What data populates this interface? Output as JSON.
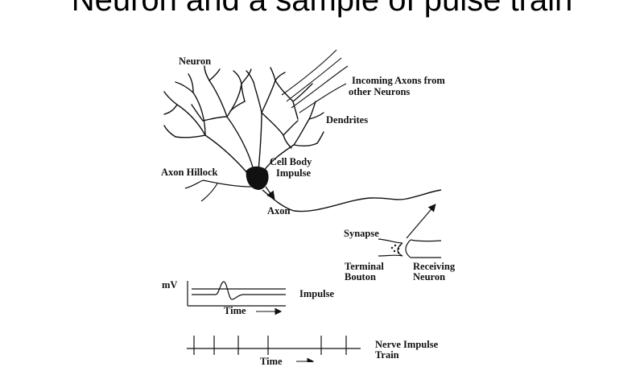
{
  "slide": {
    "title": "Neuron and a sample of pulse train"
  },
  "labels": {
    "neuron": "Neuron",
    "incoming_axons_1": "Incoming Axons from",
    "incoming_axons_2": "other Neurons",
    "dendrites": "Dendrites",
    "cell_body": "Cell Body",
    "impulse_arrow": "Impulse",
    "axon_hillock": "Axon Hillock",
    "axon": "Axon",
    "synapse": "Synapse",
    "terminal_bouton_1": "Terminal",
    "terminal_bouton_2": "Bouton",
    "receiving_neuron_1": "Receiving",
    "receiving_neuron_2": "Neuron",
    "mv": "mV",
    "time_1": "Time",
    "impulse_trace": "Impulse",
    "nerve_impulse_1": "Nerve Impulse",
    "nerve_impulse_2": "Train",
    "time_2": "Time"
  },
  "colors": {
    "ink": "#111111",
    "background": "#ffffff"
  }
}
